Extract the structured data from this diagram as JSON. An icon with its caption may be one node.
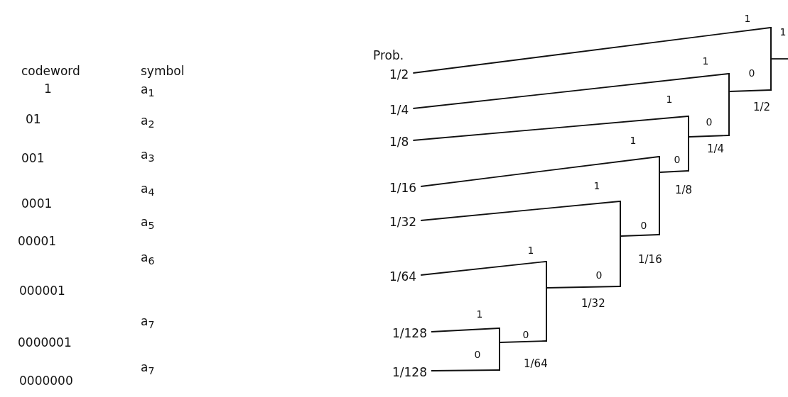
{
  "diagram": {
    "nodes": [
      {
        "text": [
          "1/2"
        ]
      },
      {
        "text": [
          "1/4"
        ]
      },
      {
        "text": [
          "1/8"
        ]
      },
      {
        "text": [
          "1/16"
        ]
      },
      {
        "text": [
          "1/32"
        ]
      },
      {
        "text": [
          "1/64"
        ]
      },
      {
        "text": [
          "1/128"
        ]
      },
      {
        "text": [
          "1/128"
        ]
      },
      {
        "text": [],
        "shape": "bar"
      },
      {
        "text": [],
        "shape": "bar"
      },
      {
        "text": [],
        "shape": "bar"
      },
      {
        "text": [],
        "shape": "bar"
      },
      {
        "text": [],
        "shape": "bar"
      },
      {
        "text": [],
        "shape": "bar"
      },
      {
        "text": [],
        "shape": "bar"
      }
    ],
    "edges": [
      {
        "from": 0,
        "to": 8,
        "arrow": "none",
        "label": "1"
      },
      {
        "from": 9,
        "to": 8,
        "arrow": "none",
        "label": "0"
      },
      {
        "from": 1,
        "to": 9,
        "arrow": "none",
        "label": "1"
      },
      {
        "from": 10,
        "to": 9,
        "arrow": "none",
        "label": "0"
      },
      {
        "from": 2,
        "to": 10,
        "arrow": "none",
        "label": "1"
      },
      {
        "from": 11,
        "to": 10,
        "arrow": "none",
        "label": "0"
      },
      {
        "from": 3,
        "to": 11,
        "arrow": "none",
        "label": "1"
      },
      {
        "from": 12,
        "to": 11,
        "arrow": "none",
        "label": "0"
      },
      {
        "from": 4,
        "to": 12,
        "arrow": "none",
        "label": "1"
      },
      {
        "from": 13,
        "to": 12,
        "arrow": "none",
        "label": "0"
      },
      {
        "from": 5,
        "to": 13,
        "arrow": "none",
        "label": "1"
      },
      {
        "from": 14,
        "to": 13,
        "arrow": "none",
        "label": "0"
      },
      {
        "from": 6,
        "to": 14,
        "arrow": "none",
        "label": "1"
      },
      {
        "from": 7,
        "to": 14,
        "arrow": "none",
        "label": "0"
      },
      {
        "from": 8,
        "to": null,
        "arrow": "none",
        "label": "1"
      }
    ],
    "labels": [
      "codeword",
      "symbol",
      "Prob.",
      "1",
      "a$_{1}$",
      "01",
      "a$_{2}$",
      "001",
      "a$_{3}$",
      "0001",
      "a$_{4}$",
      "00001",
      "a$_{5}$",
      "000001",
      "a$_{6}$",
      "0000001",
      "a$_{7}$",
      "0000000",
      "a$_{7}$",
      "1/2",
      "1/4",
      "1/8",
      "1/16",
      "1/32",
      "1/64"
    ]
  }
}
